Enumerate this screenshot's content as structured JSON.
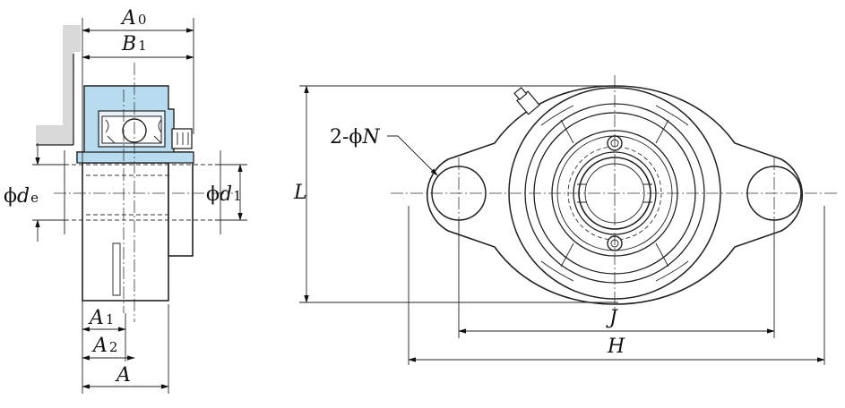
{
  "colors": {
    "outline": "#222222",
    "bearing_fill": "#b7dcef",
    "wall_fill": "#d9d9d9"
  },
  "side_view": {
    "dims": {
      "A0": {
        "main": "A",
        "sub": "0"
      },
      "B1": {
        "main": "B",
        "sub": "1"
      },
      "de": {
        "phi": "ϕ",
        "main": "d",
        "sub": "e"
      },
      "d1": {
        "phi": "ϕ",
        "main": "d",
        "sub": "1"
      },
      "A1": {
        "main": "A",
        "sub": "1"
      },
      "A2": {
        "main": "A",
        "sub": "2"
      },
      "A": {
        "main": "A"
      }
    }
  },
  "front_view": {
    "dims": {
      "N": {
        "prefix": "2-ϕ",
        "main": "N"
      },
      "L": {
        "main": "L"
      },
      "J": {
        "main": "J"
      },
      "H": {
        "main": "H"
      }
    }
  }
}
